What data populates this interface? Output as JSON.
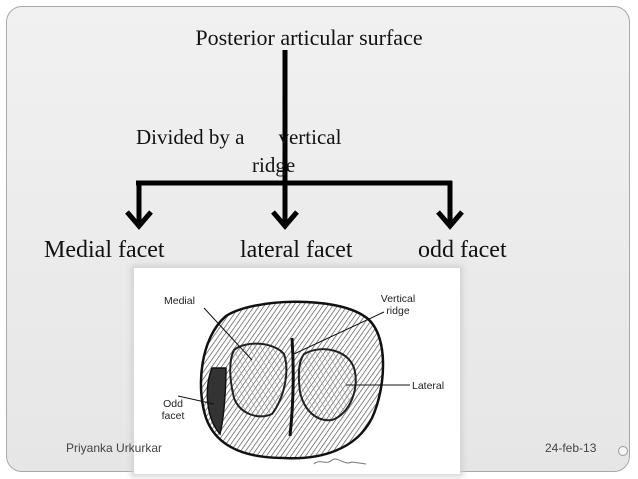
{
  "slide": {
    "title": "Posterior articular surface",
    "divider_text": {
      "part_a": "Divided by a",
      "part_b": "vertical",
      "part_c": "ridge"
    },
    "facets": [
      "Medial facet",
      "lateral facet",
      "odd facet"
    ]
  },
  "figure": {
    "labels": {
      "medial": "Medial",
      "vertical_line1": "Vertical",
      "vertical_line2": "ridge",
      "lateral": "Lateral",
      "odd_line1": "Odd",
      "odd_line2": "facet"
    }
  },
  "footer": {
    "author": "Priyanka Urkurkar",
    "date": "24-feb-13"
  },
  "colors": {
    "connector": "#000000",
    "background": "#ebebeb"
  }
}
